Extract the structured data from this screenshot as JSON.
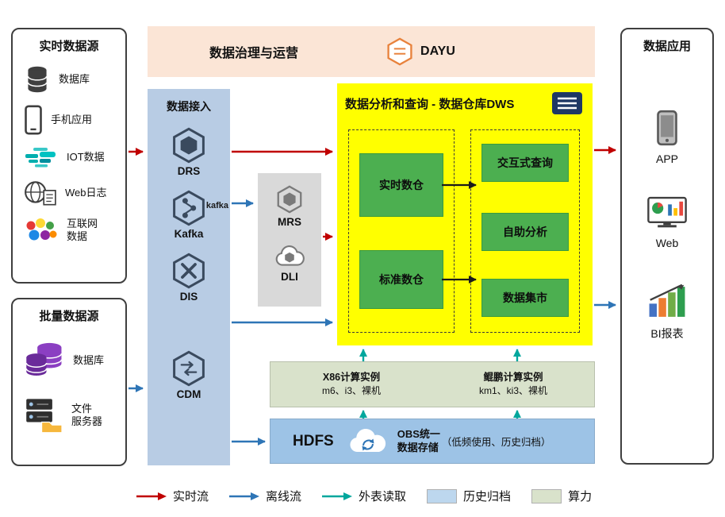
{
  "colors": {
    "realtime_flow": "#c00000",
    "offline_flow": "#2e75b6",
    "external_read": "#00a79d",
    "archive_bg": "#9dc3e6",
    "compute_bg": "#d9e2cb",
    "governance_bg": "#fbe5d6",
    "ingestion_bg": "#b8cce4",
    "middleware_bg": "#d9d9d9",
    "dws_bg": "#ffff00",
    "dws_green": "#4caf50"
  },
  "governance": {
    "title": "数据治理与运营",
    "product": "DAYU"
  },
  "realtime_sources": {
    "title": "实时数据源",
    "items": [
      {
        "label": "数据库",
        "icon": "database-icon"
      },
      {
        "label": "手机应用",
        "icon": "phone-icon"
      },
      {
        "label": "IOT数据",
        "icon": "iot-icon"
      },
      {
        "label": "Web日志",
        "icon": "web-log-icon"
      },
      {
        "label": "互联网\n数据",
        "icon": "internet-data-icon"
      }
    ]
  },
  "batch_sources": {
    "title": "批量数据源",
    "items": [
      {
        "label": "数据库",
        "icon": "batch-database-icon"
      },
      {
        "label": "文件\n服务器",
        "icon": "file-server-icon"
      }
    ]
  },
  "ingestion": {
    "title": "数据接入",
    "items": [
      {
        "label": "DRS"
      },
      {
        "label": "Kafka",
        "logo_text": "kafka"
      },
      {
        "label": "DIS"
      },
      {
        "label": "CDM"
      }
    ]
  },
  "middleware": {
    "items": [
      {
        "label": "MRS"
      },
      {
        "label": "DLI"
      }
    ]
  },
  "dws": {
    "title": "数据分析和查询 - 数据仓库DWS",
    "warehouses": [
      {
        "label": "实时数仓"
      },
      {
        "label": "标准数仓"
      }
    ],
    "services": [
      {
        "label": "交互式查询"
      },
      {
        "label": "自助分析"
      },
      {
        "label": "数据集市"
      }
    ]
  },
  "compute": {
    "instances": [
      {
        "title": "X86计算实例",
        "subtitle": "m6、i3、裸机"
      },
      {
        "title": "鲲鹏计算实例",
        "subtitle": "km1、ki3、裸机"
      }
    ]
  },
  "storage": {
    "hdfs": "HDFS",
    "obs": "OBS统一\n数据存储",
    "note": "（低频使用、历史归档）"
  },
  "applications": {
    "title": "数据应用",
    "items": [
      {
        "label": "APP"
      },
      {
        "label": "Web"
      },
      {
        "label": "BI报表"
      }
    ]
  },
  "legend": {
    "items": [
      {
        "label": "实时流",
        "type": "arrow",
        "color": "#c00000"
      },
      {
        "label": "离线流",
        "type": "arrow",
        "color": "#2e75b6"
      },
      {
        "label": "外表读取",
        "type": "arrow",
        "color": "#00a79d"
      },
      {
        "label": "历史归档",
        "type": "swatch",
        "color": "#bdd7ee"
      },
      {
        "label": "算力",
        "type": "swatch",
        "color": "#d9e2cb"
      }
    ]
  }
}
